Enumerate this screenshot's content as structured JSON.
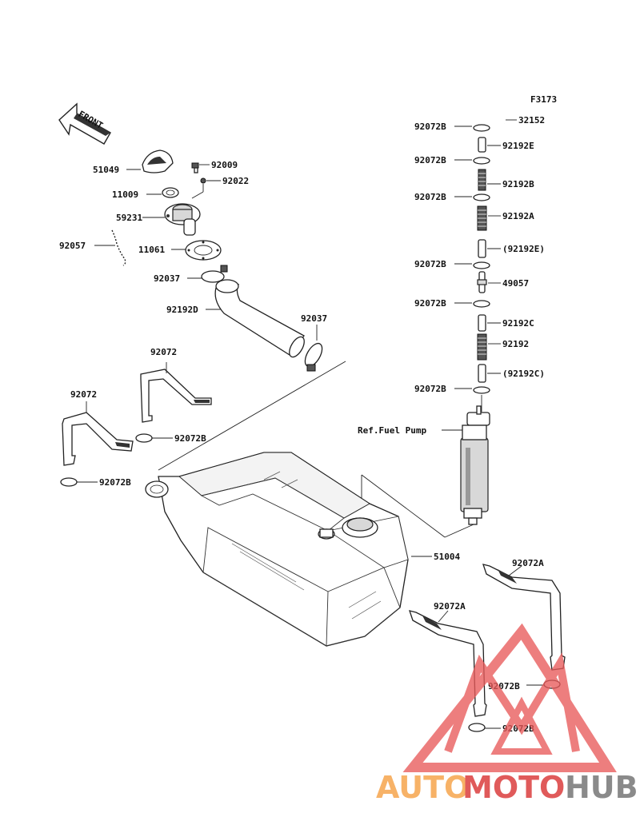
{
  "diagram": {
    "figure_code": "F3173",
    "front_arrow_label": "FRONT",
    "reference_note": "Ref.Fuel Pump",
    "labels": {
      "p32152": "32152",
      "p92072b_1": "92072B",
      "p92192e": "92192E",
      "p92072b_2": "92072B",
      "p92192b": "92192B",
      "p92072b_3": "92072B",
      "p92192a": "92192A",
      "p92192e_ref": "(92192E)",
      "p92072b_4": "92072B",
      "p49057": "49057",
      "p92072b_5": "92072B",
      "p92192c": "92192C",
      "p92192": "92192",
      "p92192c_ref": "(92192C)",
      "p92072b_6": "92072B",
      "p51049": "51049",
      "p92009": "92009",
      "p92022": "92022",
      "p11009": "11009",
      "p59231": "59231",
      "p92057": "92057",
      "p11061": "11061",
      "p92037_1": "92037",
      "p92192d": "92192D",
      "p92037_2": "92037",
      "p92072_1": "92072",
      "p92072_2": "92072",
      "p92072b_7": "92072B",
      "p92072b_8": "92072B",
      "p51004": "51004",
      "p92072a_1": "92072A",
      "p92072a_2": "92072A",
      "p92072b_9": "92072B",
      "p92072b_10": "92072B"
    }
  },
  "watermark": {
    "part1": "AUTO",
    "part2": "MOTO",
    "part3": "HUB",
    "colors": {
      "orange": "#f7b267",
      "red": "#e05a5a",
      "gray": "#8a8a8a",
      "triangle": "#e85a5a"
    }
  }
}
